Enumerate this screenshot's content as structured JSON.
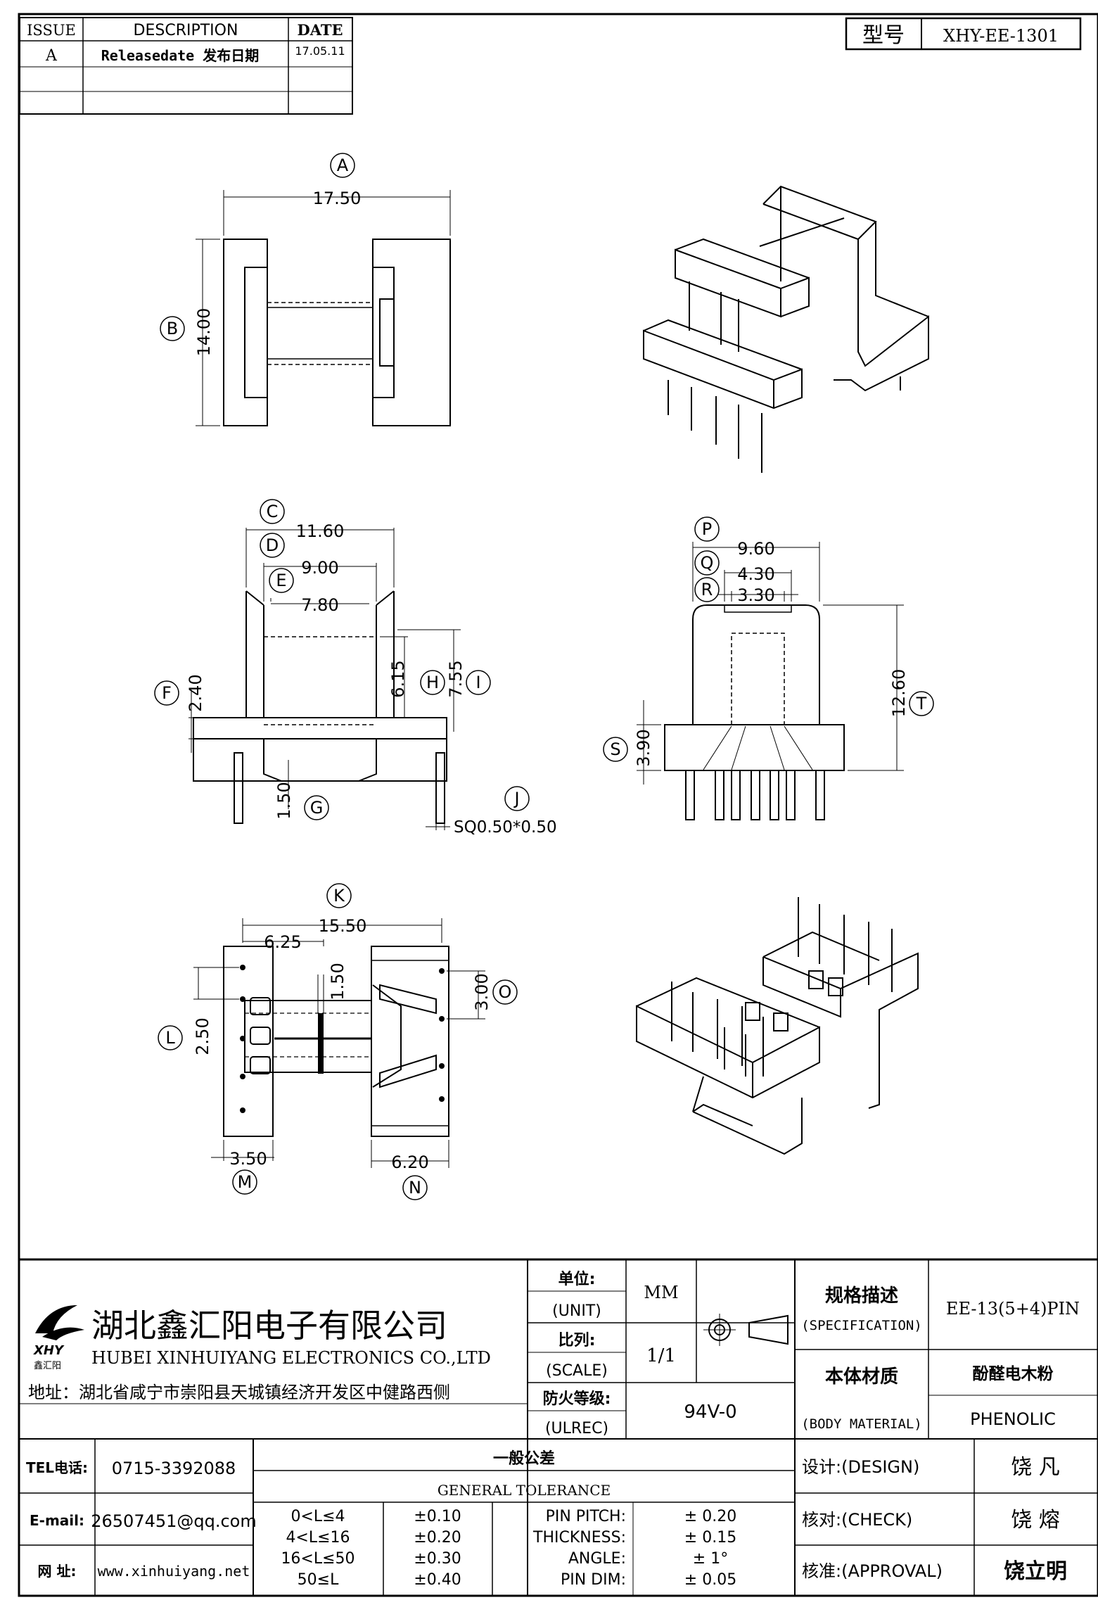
{
  "revision_table": {
    "headers": {
      "issue": "ISSUE",
      "description": "DESCRIPTION",
      "date": "DATE"
    },
    "rows": [
      {
        "issue": "A",
        "description": "Releasedate 发布日期",
        "date": "17.05.11"
      }
    ]
  },
  "model": {
    "label": "型号",
    "value": "XHY-EE-1301"
  },
  "dimensions": {
    "A": "17.50",
    "B": "14.00",
    "C": "11.60",
    "D": "9.00",
    "E": "7.80",
    "F": "2.40",
    "G": "1.50",
    "H": "6.15",
    "I": "7.55",
    "J": "SQ0.50*0.50",
    "K": "15.50",
    "L": "2.50",
    "M": "3.50",
    "N": "6.20",
    "O": "3.00",
    "P": "9.60",
    "Q": "4.30",
    "R": "3.30",
    "S": "3.90",
    "T": "12.60",
    "pin_pitch_1": "6.25",
    "pin_pitch_2": "1.50"
  },
  "callouts": [
    "A",
    "B",
    "C",
    "D",
    "E",
    "F",
    "G",
    "H",
    "I",
    "J",
    "K",
    "L",
    "M",
    "N",
    "O",
    "P",
    "Q",
    "R",
    "S",
    "T"
  ],
  "company": {
    "logo_text": "XHY",
    "logo_sub": "鑫汇阳",
    "name_cn": "湖北鑫汇阳电子有限公司",
    "name_en": "HUBEI XINHUIYANG ELECTRONICS CO.,LTD",
    "address": "地址：湖北省咸宁市崇阳县天城镇经济开发区中健路西侧"
  },
  "title_block": {
    "unit_cn": "单位:",
    "unit_en": "(UNIT)",
    "unit_value": "MM",
    "scale_cn": "比列:",
    "scale_en": "(SCALE)",
    "scale_value": "1/1",
    "ulrec_cn": "防火等级:",
    "ulrec_en": "(ULREC)",
    "ulrec_value": "94V-0",
    "spec_cn": "规格描述",
    "spec_en": "(SPECIFICATION)",
    "spec_value": "EE-13(5+4)PIN",
    "material_cn": "本体材质",
    "material_en": "(BODY MATERIAL)",
    "material_value_cn": "酚醛电木粉",
    "material_value_en": "PHENOLIC"
  },
  "contact": {
    "tel_label": "TEL电话:",
    "tel": "0715-3392088",
    "email_label": "E-mail:",
    "email": "26507451@qq.com",
    "web_label": "网  址:",
    "web": "www.xinhuiyang.net"
  },
  "tolerance": {
    "title_cn": "一般公差",
    "title_en": "GENERAL TOLERANCE",
    "rows": [
      {
        "range": "0<L≤4",
        "tol": "±0.10",
        "param": "PIN PITCH:",
        "value": "± 0.20"
      },
      {
        "range": "4<L≤16",
        "tol": "±0.20",
        "param": "THICKNESS:",
        "value": "± 0.15"
      },
      {
        "range": "16<L≤50",
        "tol": "±0.30",
        "param": "ANGLE:",
        "value": "± 1°"
      },
      {
        "range": "50≤L",
        "tol": "±0.40",
        "param": "PIN DIM:",
        "value": "± 0.05"
      }
    ]
  },
  "signoff": {
    "design_label": "设计:(DESIGN)",
    "design_name": "饶 凡",
    "check_label": "核对:(CHECK)",
    "check_name": "饶 熔",
    "approval_label": "核准:(APPROVAL)",
    "approval_name": "饶立明"
  }
}
